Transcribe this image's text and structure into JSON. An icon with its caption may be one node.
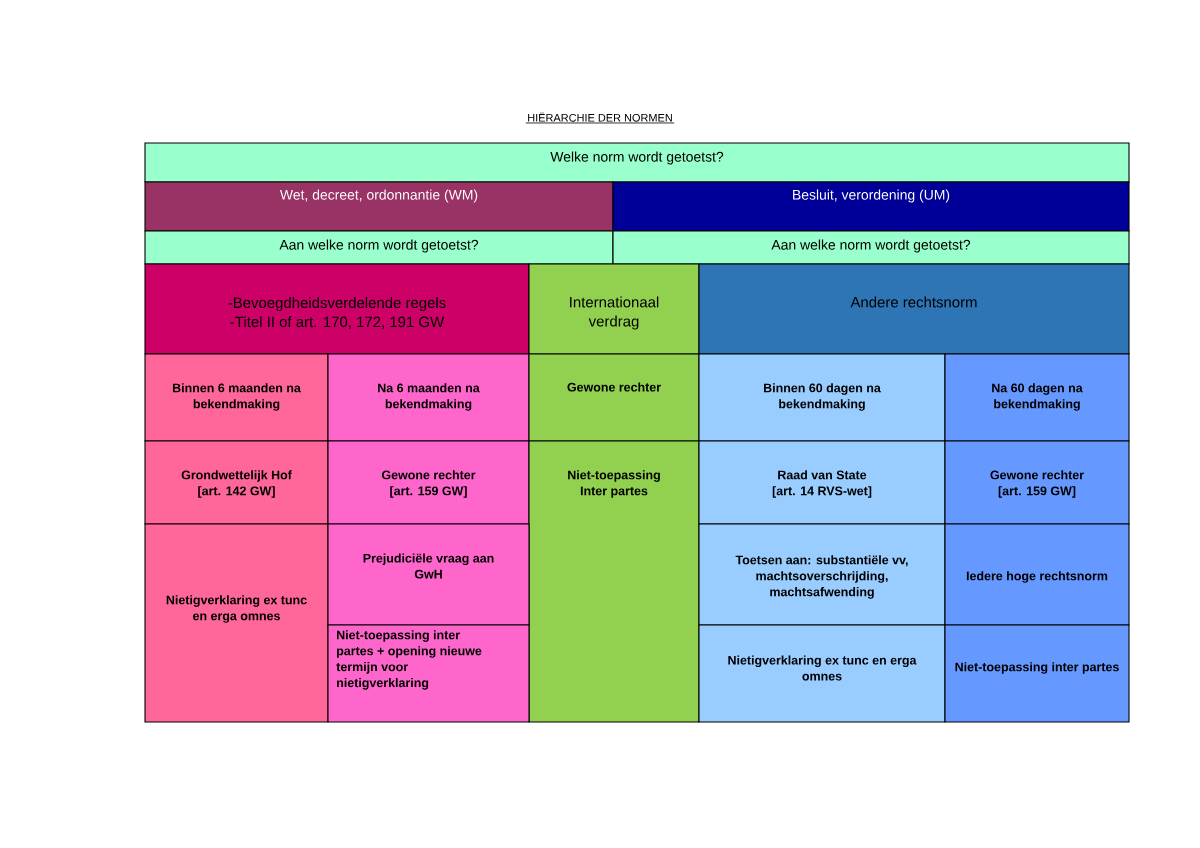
{
  "diagram": {
    "title": "HIËRARCHIE DER NORMEN",
    "nodes": [
      {
        "text": [
          "Welke norm wordt getoetst?"
        ]
      },
      {
        "text": [
          "Wet, decreet, ordonnantie (WM)"
        ]
      },
      {
        "text": [
          "Besluit, verordening (UM)"
        ]
      },
      {
        "text": [
          "Aan welke norm wordt getoetst?"
        ]
      },
      {
        "text": [
          "Aan welke norm wordt getoetst?"
        ]
      },
      {
        "text": [
          "-Bevoegdheidsverdelende regels",
          "-Titel II of art. 170, 172, 191 GW"
        ]
      },
      {
        "text": [
          "Internationaal verdrag"
        ]
      },
      {
        "text": [
          "Andere rechtsnorm"
        ]
      },
      {
        "text": [
          "Binnen 6 maanden na bekendmaking"
        ]
      },
      {
        "text": [
          "Na 6 maanden na bekendmaking"
        ]
      },
      {
        "text": [
          "Gewone rechter"
        ]
      },
      {
        "text": [
          "Binnen 60 dagen na bekendmaking"
        ]
      },
      {
        "text": [
          "Na 60 dagen na bekendmaking"
        ]
      },
      {
        "text": [
          "Grondwettelijk Hof",
          "[art. 142 GW]"
        ]
      },
      {
        "text": [
          "Gewone rechter",
          "[art. 159 GW]"
        ]
      },
      {
        "text": [
          "Niet-toepassing Inter partes"
        ]
      },
      {
        "text": [
          "Raad van State",
          "[art. 14 RVS-wet]"
        ]
      },
      {
        "text": [
          "Gewone rechter",
          "[art. 159 GW]"
        ]
      },
      {
        "text": [
          "Nietigverklaring ex tunc en erga omnes"
        ]
      },
      {
        "text": [
          "Prejudiciële vraag aan GwH"
        ]
      },
      {
        "text": [
          "Toetsen aan: substantiële vv, machtsoverschrijding, machtsafwending"
        ]
      },
      {
        "text": [
          "Iedere hoge rechtsnorm"
        ]
      },
      {
        "text": [
          "Niet-toepassing inter partes + opening nieuwe termijn voor nietigverklaring"
        ]
      },
      {
        "text": [
          "Nietigverklaring ex tunc en erga omnes"
        ]
      },
      {
        "text": [
          "Niet-toepassing inter partes"
        ]
      }
    ]
  }
}
